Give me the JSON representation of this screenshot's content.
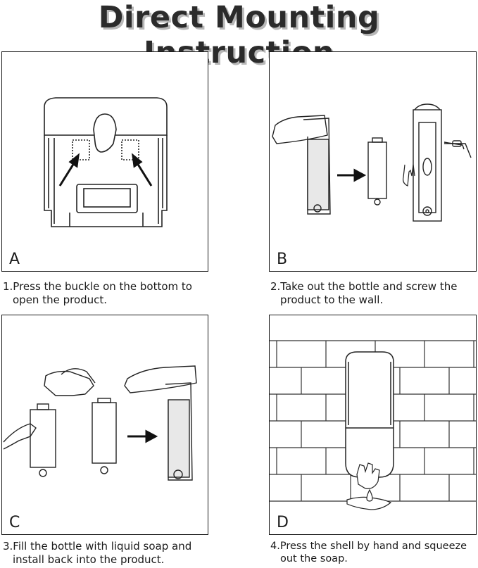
{
  "title": "Direct Mounting Instruction",
  "panels": [
    {
      "letter": "A",
      "caption": [
        "1.Press the  buckle on the bottom to",
        "open the product."
      ]
    },
    {
      "letter": "B",
      "caption": [
        "2.Take out the bottle and screw the",
        "product to the wall."
      ]
    },
    {
      "letter": "C",
      "caption": [
        "3.Fill the bottle with liquid soap and",
        "install back into the product."
      ]
    },
    {
      "letter": "D",
      "caption": [
        "4.Press the shell by hand and squeeze",
        "out the soap."
      ]
    }
  ],
  "icons": [
    "dispenser-open-illustration",
    "arrow-icon",
    "bottle-illustration",
    "screwdriver-icon",
    "hand-icon",
    "brick-wall-illustration",
    "soap-drop-icon"
  ]
}
